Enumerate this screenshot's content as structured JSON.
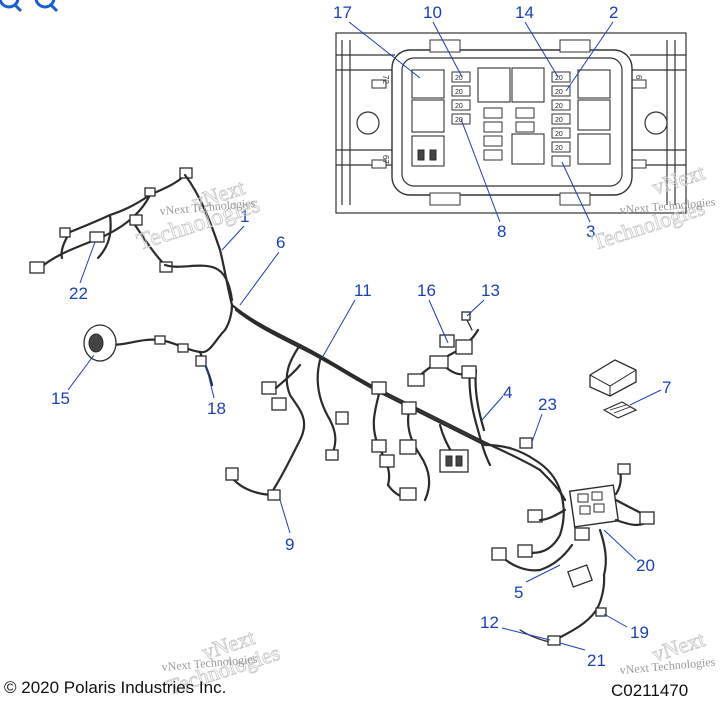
{
  "callouts": {
    "c1": "1",
    "c2": "2",
    "c3": "3",
    "c4": "4",
    "c5": "5",
    "c6": "6",
    "c7": "7",
    "c8": "8",
    "c9": "9",
    "c10": "10",
    "c11": "11",
    "c12": "12",
    "c13": "13",
    "c14": "14",
    "c15": "15",
    "c16": "16",
    "c17": "17",
    "c18": "18",
    "c19": "19",
    "c20": "20",
    "c21": "21",
    "c22": "22",
    "c23": "23"
  },
  "watermark": {
    "line1": "vNext Technologies",
    "line2": "vNext",
    "line3": "Technologies"
  },
  "fuse_box": {
    "side_label_top": "72",
    "side_label_bottom": "67",
    "right_label": "6",
    "fuse_rating": "20"
  },
  "footer": {
    "copyright": "© 2020 Polaris Industries Inc.",
    "drawing_id": "C0211470"
  },
  "icons": [
    "zoom-in-icon",
    "zoom-out-icon"
  ],
  "colors": {
    "callout": "#1a3fb8",
    "line_art": "#2b2b2b"
  }
}
